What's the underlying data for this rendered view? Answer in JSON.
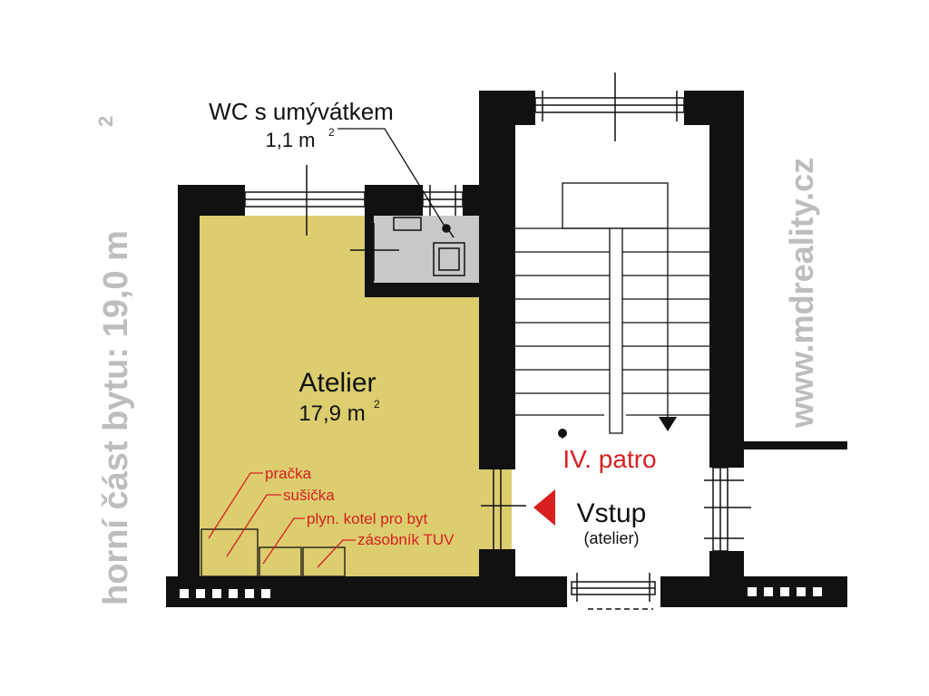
{
  "side_left": {
    "main": "horní část bytu: 19,0 m",
    "sup": "2"
  },
  "side_right": {
    "text": "www.mdreality.cz"
  },
  "wc": {
    "title": "WC s umývátkem",
    "area": "1,1 m",
    "sup": "2"
  },
  "atelier": {
    "title": "Atelier",
    "area": "17,9 m",
    "sup": "2"
  },
  "appliances": [
    {
      "label": "pračka"
    },
    {
      "label": "sušička"
    },
    {
      "label": "plyn. kotel pro byt"
    },
    {
      "label": "zásobník TUV"
    }
  ],
  "floor": {
    "label": "IV. patro"
  },
  "entrance": {
    "label": "Vstup",
    "sub": "(atelier)"
  },
  "colors": {
    "room_fill": "#dccd6e",
    "wc_fill": "#c8c8c8",
    "wall": "#111111",
    "accent_red": "#d62020",
    "side_text": "#bdbdbd"
  }
}
